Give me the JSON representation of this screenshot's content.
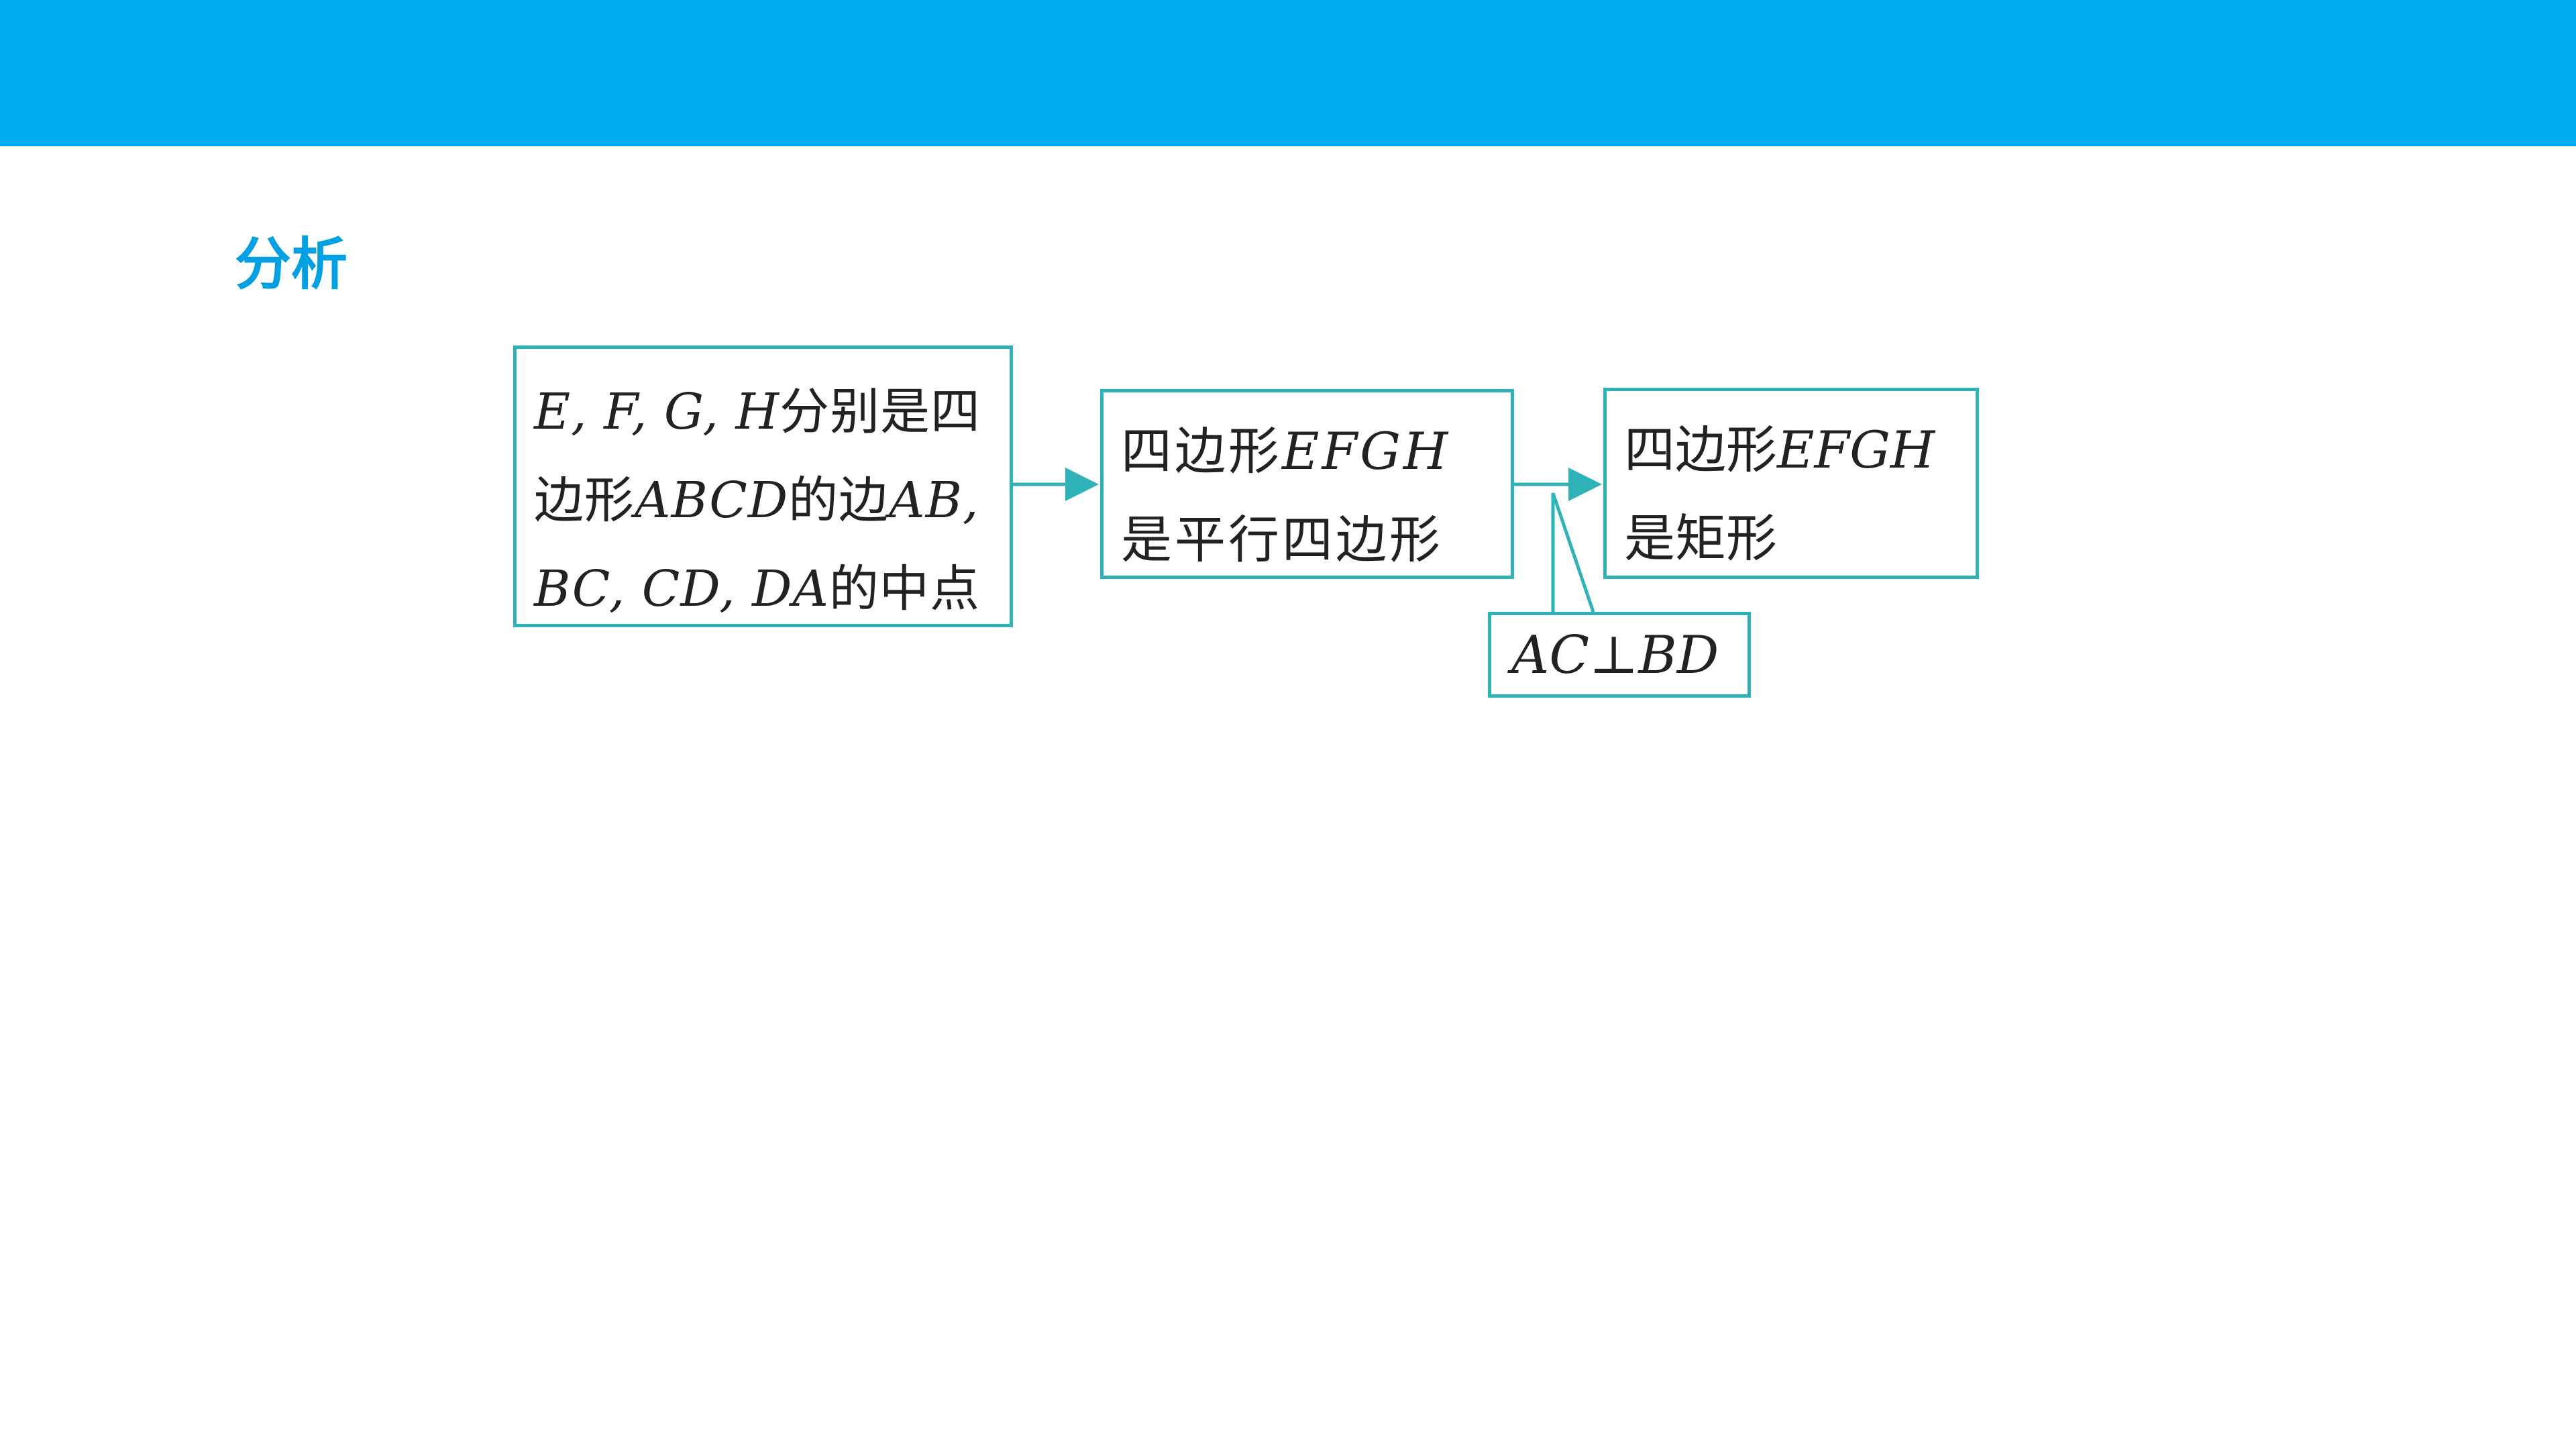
{
  "heading": "分析",
  "colors": {
    "top_bar": "#00aeef",
    "heading": "#00a0e3",
    "box_border": "#2fb3b8",
    "arrow": "#2fb3b8"
  },
  "boxes": {
    "premise": {
      "line1_math": "E, F, G, H",
      "line1_text": "分别是四",
      "line2_text_a": "边形",
      "line2_math_a": "ABCD",
      "line2_text_b": "的边",
      "line2_math_b": "AB,",
      "line3_math": "BC, CD, DA",
      "line3_text": "的中点"
    },
    "parallelogram": {
      "line1_text": "四边形",
      "line1_math": "EFGH",
      "line2_text": "是平行四边形"
    },
    "rectangle": {
      "line1_text": "四边形",
      "line1_math": "EFGH",
      "line2_text": "是矩形"
    },
    "condition": {
      "math_a": "AC",
      "symbol": "⊥",
      "math_b": "BD"
    }
  }
}
